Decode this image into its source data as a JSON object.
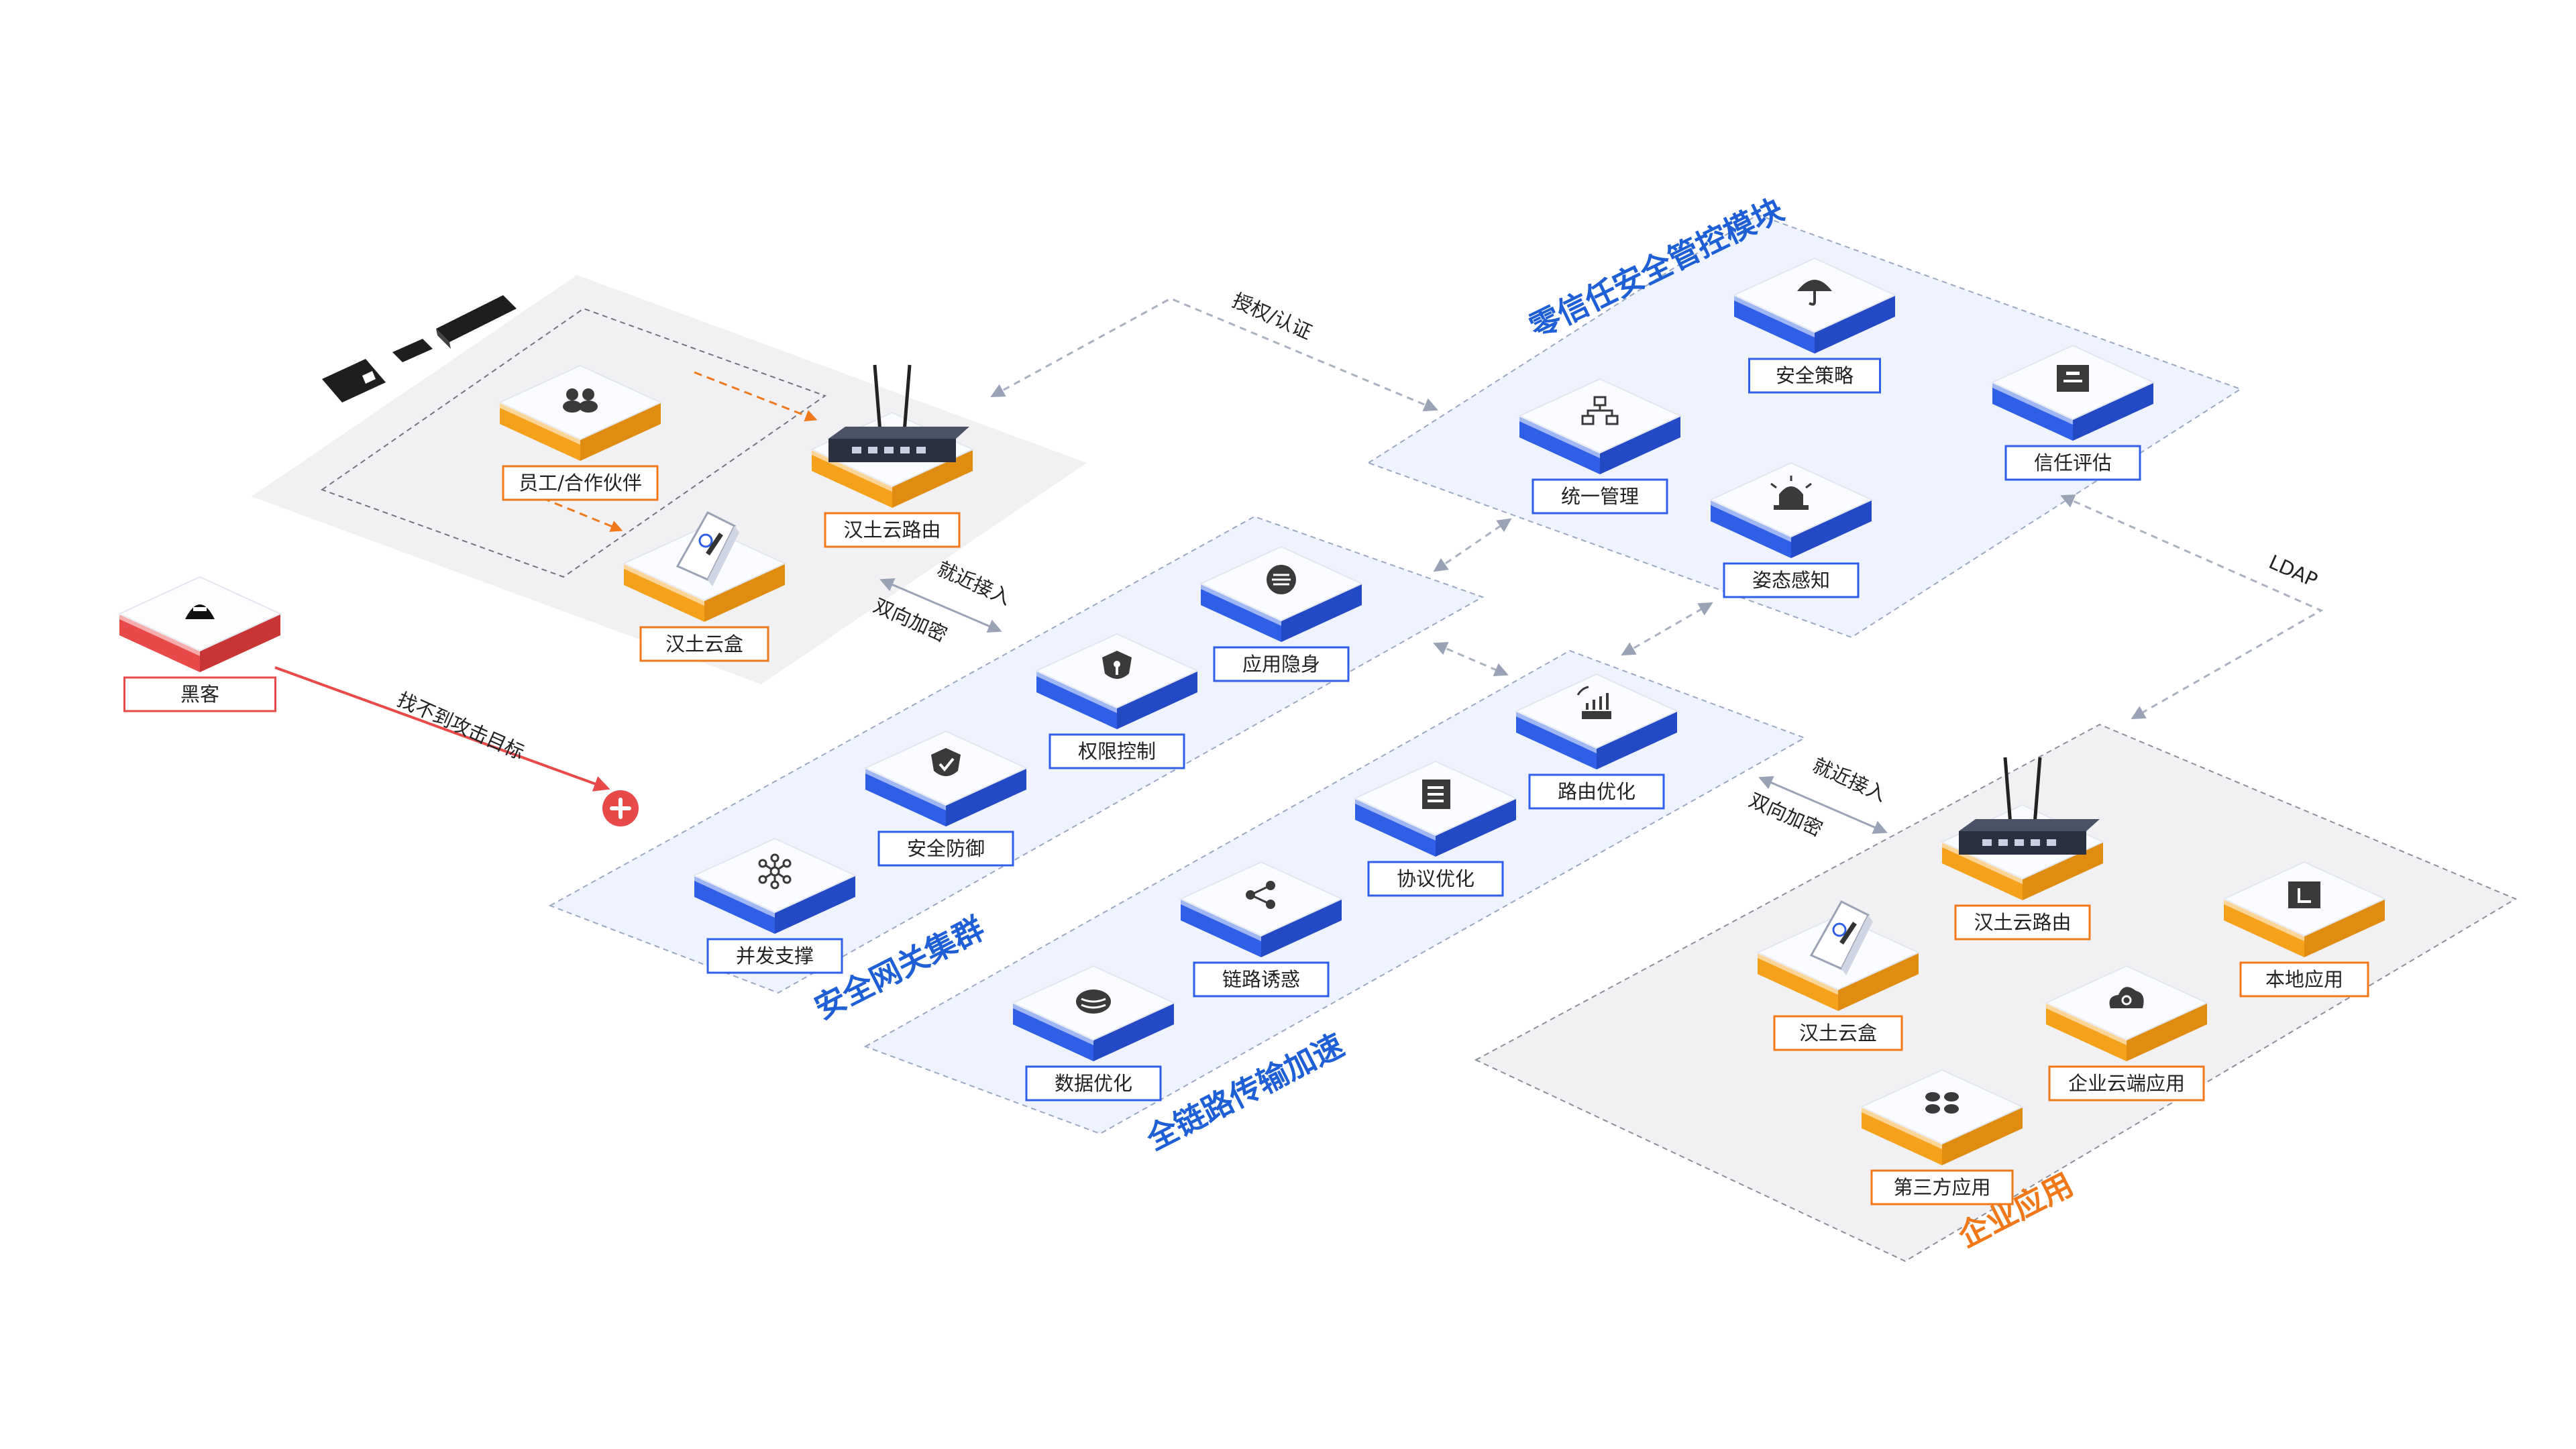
{
  "diagram": {
    "regions": {
      "zero_trust": {
        "title": "零信任安全管控模块",
        "color": "#1f5fd6"
      },
      "gateway": {
        "title": "安全网关集群",
        "color": "#1f5fd6"
      },
      "transport": {
        "title": "全链路传输加速",
        "color": "#1f5fd6"
      },
      "enterprise": {
        "title": "企业应用",
        "color": "#f07818"
      }
    },
    "nodes": {
      "employee": {
        "label": "员工/合作伙伴",
        "icon": "users-icon"
      },
      "router_top": {
        "label": "汉土云路由",
        "icon": "router-icon"
      },
      "box_top": {
        "label": "汉土云盒",
        "icon": "cloud-box-icon"
      },
      "hacker": {
        "label": "黑客",
        "icon": "hacker-icon"
      },
      "policy": {
        "label": "安全策略",
        "icon": "umbrella-icon"
      },
      "trust": {
        "label": "信任评估",
        "icon": "evaluation-icon"
      },
      "unified": {
        "label": "统一管理",
        "icon": "hierarchy-icon"
      },
      "posture": {
        "label": "姿态感知",
        "icon": "alarm-icon"
      },
      "hide": {
        "label": "应用隐身",
        "icon": "hide-icon"
      },
      "access": {
        "label": "权限控制",
        "icon": "key-shield-icon"
      },
      "defense": {
        "label": "安全防御",
        "icon": "check-shield-icon"
      },
      "concurrency": {
        "label": "并发支撑",
        "icon": "network-icon"
      },
      "route_opt": {
        "label": "路由优化",
        "icon": "signal-icon"
      },
      "protocol": {
        "label": "协议优化",
        "icon": "document-icon"
      },
      "decoy": {
        "label": "链路诱惑",
        "icon": "share-icon"
      },
      "data_opt": {
        "label": "数据优化",
        "icon": "database-icon"
      },
      "router_ent": {
        "label": "汉土云路由",
        "icon": "router-icon"
      },
      "box_ent": {
        "label": "汉土云盒",
        "icon": "cloud-box-icon"
      },
      "local_app": {
        "label": "本地应用",
        "icon": "local-app-icon"
      },
      "cloud_app": {
        "label": "企业云端应用",
        "icon": "cloud-app-icon"
      },
      "third_app": {
        "label": "第三方应用",
        "icon": "grid-icon"
      }
    },
    "annotations": {
      "auth": "授权/认证",
      "ldap": "LDAP",
      "near_access": "就近接入",
      "encrypt": "双向加密",
      "near_access_ent": "就近接入",
      "encrypt_ent": "双向加密",
      "no_target": "找不到攻击目标"
    },
    "colors": {
      "blue": "#2f5fe6",
      "orange": "#f5a11c",
      "red": "#e84a4a",
      "arrow_orange": "#f07818"
    }
  }
}
